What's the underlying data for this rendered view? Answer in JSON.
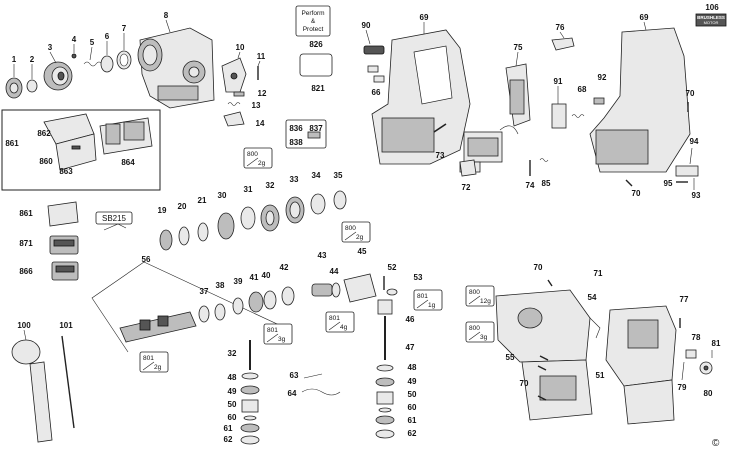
{
  "callouts": [
    {
      "id": "n1",
      "text": "1"
    },
    {
      "id": "n2",
      "text": "2"
    },
    {
      "id": "n3",
      "text": "3"
    },
    {
      "id": "n4",
      "text": "4"
    },
    {
      "id": "n5",
      "text": "5"
    },
    {
      "id": "n6",
      "text": "6"
    },
    {
      "id": "n7",
      "text": "7"
    },
    {
      "id": "n8",
      "text": "8"
    },
    {
      "id": "n10",
      "text": "10"
    },
    {
      "id": "n11",
      "text": "11"
    },
    {
      "id": "n12",
      "text": "12"
    },
    {
      "id": "n13",
      "text": "13"
    },
    {
      "id": "n14",
      "text": "14"
    },
    {
      "id": "n826",
      "text": "826"
    },
    {
      "id": "n821",
      "text": "821"
    },
    {
      "id": "n90",
      "text": "90"
    },
    {
      "id": "n66",
      "text": "66"
    },
    {
      "id": "n69a",
      "text": "69"
    },
    {
      "id": "n69b",
      "text": "69"
    },
    {
      "id": "n75",
      "text": "75"
    },
    {
      "id": "n76",
      "text": "76"
    },
    {
      "id": "n106",
      "text": "106"
    },
    {
      "id": "n91",
      "text": "91"
    },
    {
      "id": "n92",
      "text": "92"
    },
    {
      "id": "n68",
      "text": "68"
    },
    {
      "id": "n70a",
      "text": "70"
    },
    {
      "id": "n70b",
      "text": "70"
    },
    {
      "id": "n70c",
      "text": "70"
    },
    {
      "id": "n70d",
      "text": "70"
    },
    {
      "id": "n73",
      "text": "73"
    },
    {
      "id": "n72",
      "text": "72"
    },
    {
      "id": "n74",
      "text": "74"
    },
    {
      "id": "n85",
      "text": "85"
    },
    {
      "id": "n94",
      "text": "94"
    },
    {
      "id": "n95",
      "text": "95"
    },
    {
      "id": "n93",
      "text": "93"
    },
    {
      "id": "n836",
      "text": "836"
    },
    {
      "id": "n837",
      "text": "837"
    },
    {
      "id": "n838",
      "text": "838"
    },
    {
      "id": "n861a",
      "text": "861"
    },
    {
      "id": "n862",
      "text": "862"
    },
    {
      "id": "n860",
      "text": "860"
    },
    {
      "id": "n863",
      "text": "863"
    },
    {
      "id": "n864",
      "text": "864"
    },
    {
      "id": "n19",
      "text": "19"
    },
    {
      "id": "n20",
      "text": "20"
    },
    {
      "id": "n21",
      "text": "21"
    },
    {
      "id": "n30",
      "text": "30"
    },
    {
      "id": "n31",
      "text": "31"
    },
    {
      "id": "n32a",
      "text": "32"
    },
    {
      "id": "n33",
      "text": "33"
    },
    {
      "id": "n34",
      "text": "34"
    },
    {
      "id": "n35",
      "text": "35"
    },
    {
      "id": "n861b",
      "text": "861"
    },
    {
      "id": "n871",
      "text": "871"
    },
    {
      "id": "n866",
      "text": "866"
    },
    {
      "id": "n56",
      "text": "56"
    },
    {
      "id": "n43",
      "text": "43"
    },
    {
      "id": "n44",
      "text": "44"
    },
    {
      "id": "n45",
      "text": "45"
    },
    {
      "id": "n52",
      "text": "52"
    },
    {
      "id": "n53",
      "text": "53"
    },
    {
      "id": "n37",
      "text": "37"
    },
    {
      "id": "n38",
      "text": "38"
    },
    {
      "id": "n39",
      "text": "39"
    },
    {
      "id": "n41",
      "text": "41"
    },
    {
      "id": "n40",
      "text": "40"
    },
    {
      "id": "n42",
      "text": "42"
    },
    {
      "id": "n46",
      "text": "46"
    },
    {
      "id": "n47",
      "text": "47"
    },
    {
      "id": "n100",
      "text": "100"
    },
    {
      "id": "n101",
      "text": "101"
    },
    {
      "id": "n32b",
      "text": "32"
    },
    {
      "id": "n48a",
      "text": "48"
    },
    {
      "id": "n49a",
      "text": "49"
    },
    {
      "id": "n50a",
      "text": "50"
    },
    {
      "id": "n60a",
      "text": "60"
    },
    {
      "id": "n61a",
      "text": "61"
    },
    {
      "id": "n62a",
      "text": "62"
    },
    {
      "id": "n63",
      "text": "63"
    },
    {
      "id": "n64",
      "text": "64"
    },
    {
      "id": "n48b",
      "text": "48"
    },
    {
      "id": "n49b",
      "text": "49"
    },
    {
      "id": "n50b",
      "text": "50"
    },
    {
      "id": "n60b",
      "text": "60"
    },
    {
      "id": "n61b",
      "text": "61"
    },
    {
      "id": "n62b",
      "text": "62"
    },
    {
      "id": "n71",
      "text": "71"
    },
    {
      "id": "n54",
      "text": "54"
    },
    {
      "id": "n55",
      "text": "55"
    },
    {
      "id": "n51",
      "text": "51"
    },
    {
      "id": "n77",
      "text": "77"
    },
    {
      "id": "n78",
      "text": "78"
    },
    {
      "id": "n81",
      "text": "81"
    },
    {
      "id": "n79",
      "text": "79"
    },
    {
      "id": "n80",
      "text": "80"
    }
  ],
  "tags": {
    "sb215": "SB215",
    "perform": [
      "Perform",
      "&",
      "Protect"
    ],
    "brushless": [
      "BRUSHLESS",
      "MOTOR"
    ],
    "copyright": "©"
  },
  "grease": [
    {
      "id": "g1",
      "code": "800",
      "amount": "2g"
    },
    {
      "id": "g2",
      "code": "800",
      "amount": "2g"
    },
    {
      "id": "g3",
      "code": "801",
      "amount": "4g"
    },
    {
      "id": "g4",
      "code": "801",
      "amount": "1g"
    },
    {
      "id": "g5",
      "code": "801",
      "amount": "3g"
    },
    {
      "id": "g6",
      "code": "801",
      "amount": "2g"
    },
    {
      "id": "g7",
      "code": "800",
      "amount": "12g"
    },
    {
      "id": "g8",
      "code": "800",
      "amount": "3g"
    }
  ]
}
